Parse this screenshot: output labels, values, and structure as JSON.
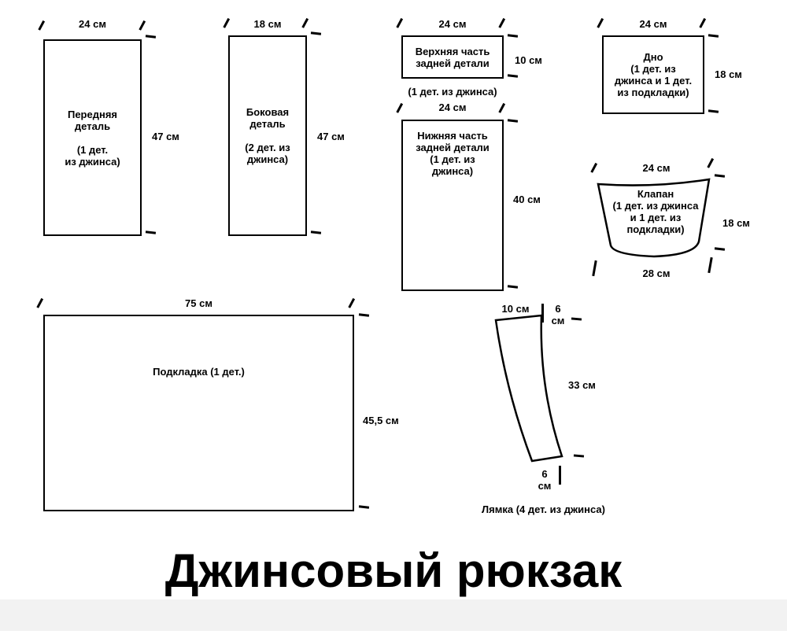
{
  "title": "Джинсовый рюкзак",
  "pieces": {
    "front": {
      "label": "Передняя\nдеталь\n\n(1 дет.\nиз джинса)",
      "width": "24 см",
      "height": "47 см"
    },
    "side": {
      "label": "Боковая\nдеталь\n\n(2 дет. из\nджинса)",
      "width": "18 см",
      "height": "47 см"
    },
    "back_upper": {
      "label": "Верхняя часть\nзадней детали",
      "width": "24 см",
      "height": "10 см",
      "note": "(1 дет. из джинса)"
    },
    "back_lower": {
      "label": "Нижняя часть\nзадней детали\n(1 дет. из\nджинса)",
      "width": "24 см",
      "height": "40 см"
    },
    "bottom": {
      "label": "Дно\n(1 дет. из\nджинса и 1 дет.\nиз подкладки)",
      "width": "24 см",
      "height": "18 см"
    },
    "flap": {
      "label": "Клапан\n(1 дет. из джинса\nи 1 дет. из\nподкладки)",
      "width_top": "24 см",
      "height": "18 см",
      "width_bottom": "28 см"
    },
    "lining": {
      "label": "Подкладка (1 дет.)",
      "width": "75 см",
      "height": "45,5 см"
    },
    "strap": {
      "caption": "Лямка (4 дет. из джинса)",
      "width_top": "10 см",
      "width_top_right": "6\nсм",
      "length": "33 см",
      "width_bottom": "6\nсм"
    }
  }
}
